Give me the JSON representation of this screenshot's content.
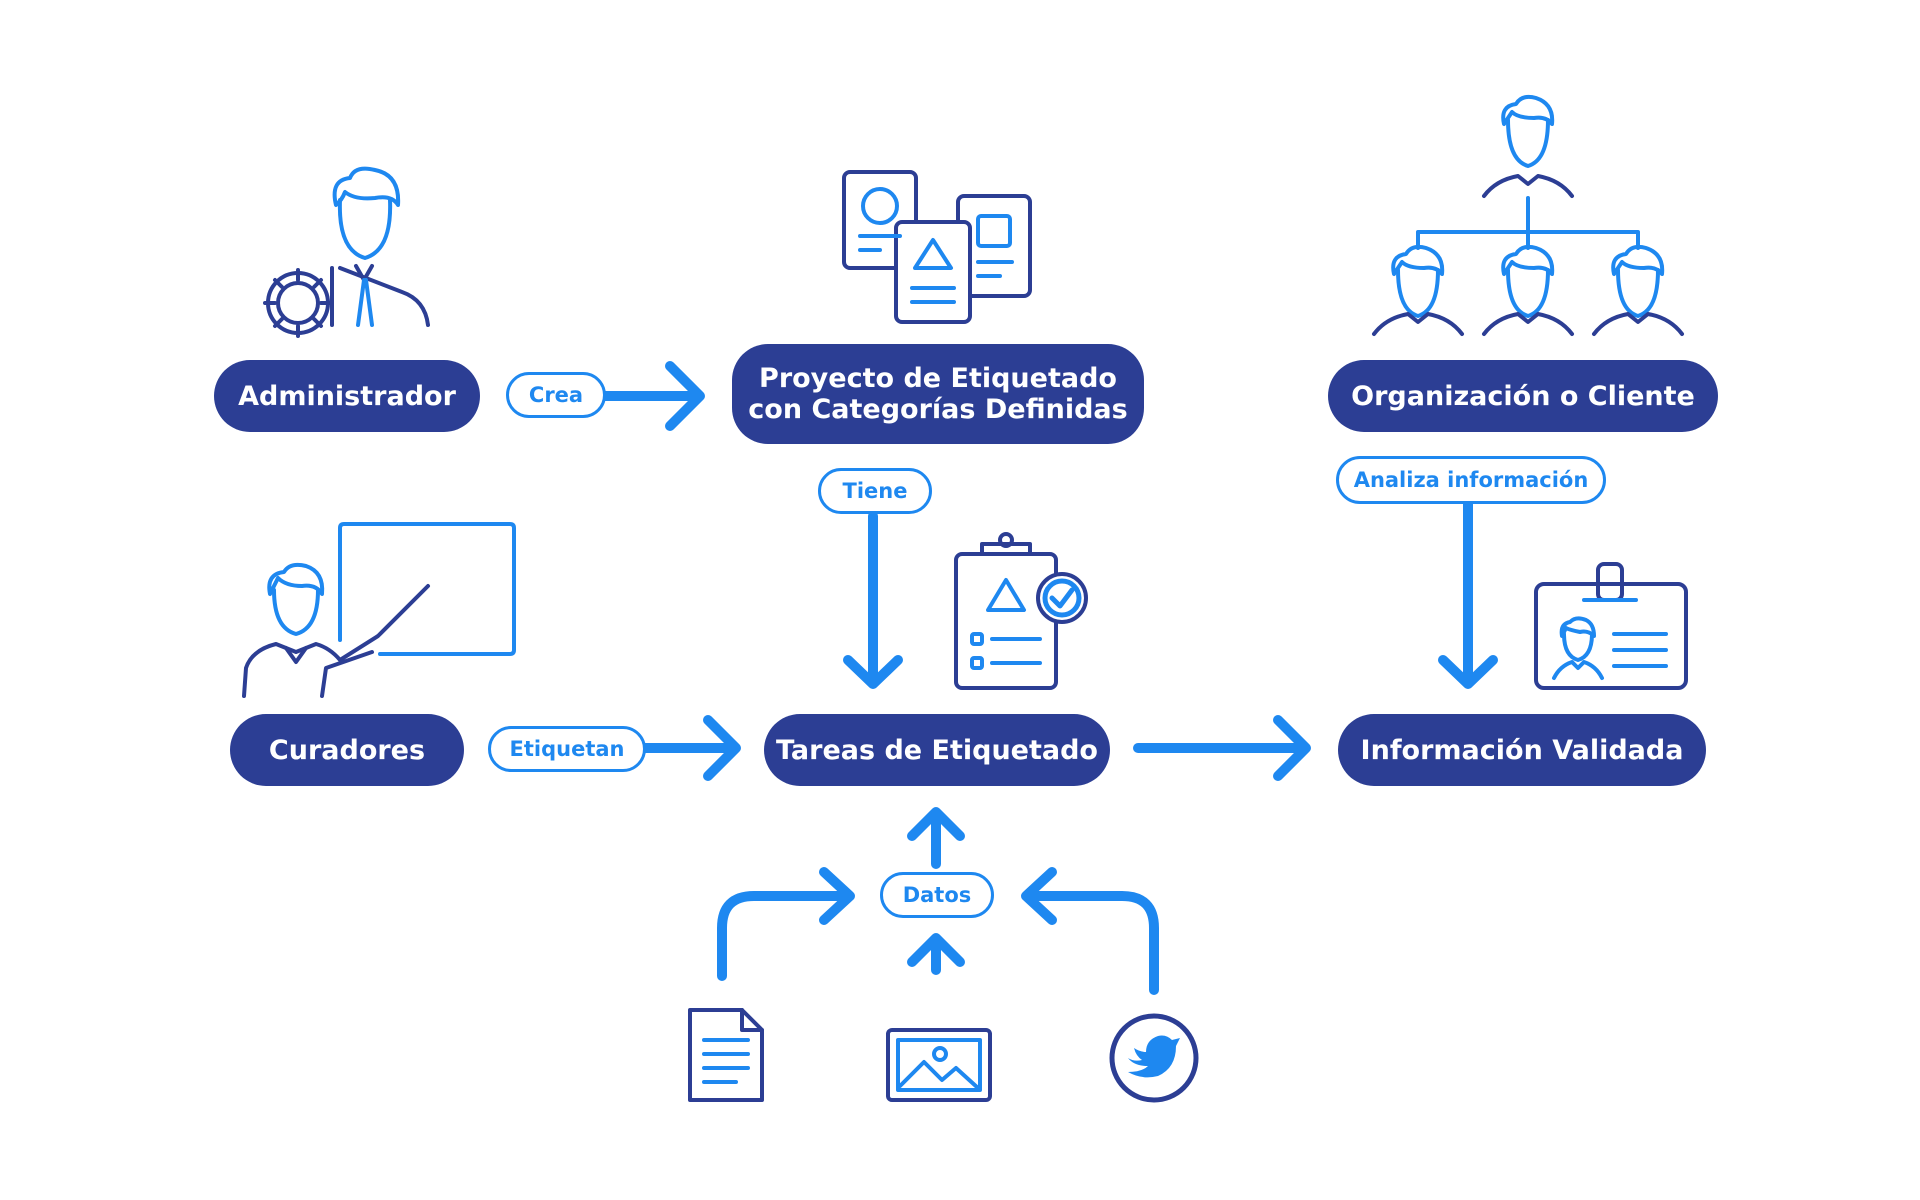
{
  "nodes": {
    "administrador": "Administrador",
    "proyecto_line1": "Proyecto de Etiquetado",
    "proyecto_line2": "con Categorías Definidas",
    "organizacion": "Organización o Cliente",
    "curadores": "Curadores",
    "tareas": "Tareas de Etiquetado",
    "informacion": "Información Validada"
  },
  "edge_labels": {
    "crea": "Crea",
    "tiene": "Tiene",
    "analiza": "Analiza información",
    "etiquetan": "Etiquetan",
    "datos": "Datos"
  },
  "colors": {
    "node_fill": "#2c3e94",
    "accent_blue": "#1e88f0",
    "icon_dark": "#2c3e94",
    "background": "#ffffff"
  },
  "icons": [
    "admin-with-gear-icon",
    "documents-icon",
    "org-chart-icon",
    "presenter-board-icon",
    "clipboard-check-icon",
    "id-badge-icon",
    "text-document-icon",
    "image-icon",
    "twitter-bird-icon"
  ]
}
